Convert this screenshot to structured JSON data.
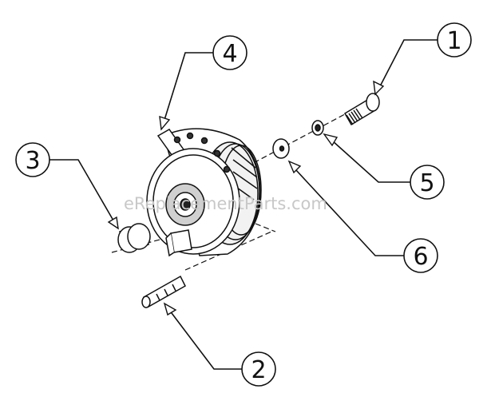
{
  "watermark": "eReplacementParts.com",
  "callouts": [
    {
      "label": "1",
      "part": "bolt"
    },
    {
      "label": "2",
      "part": "shaft-key-pin"
    },
    {
      "label": "3",
      "part": "bushing-spacer"
    },
    {
      "label": "4",
      "part": "electric-clutch"
    },
    {
      "label": "5",
      "part": "lock-washer"
    },
    {
      "label": "6",
      "part": "flat-washer"
    }
  ]
}
